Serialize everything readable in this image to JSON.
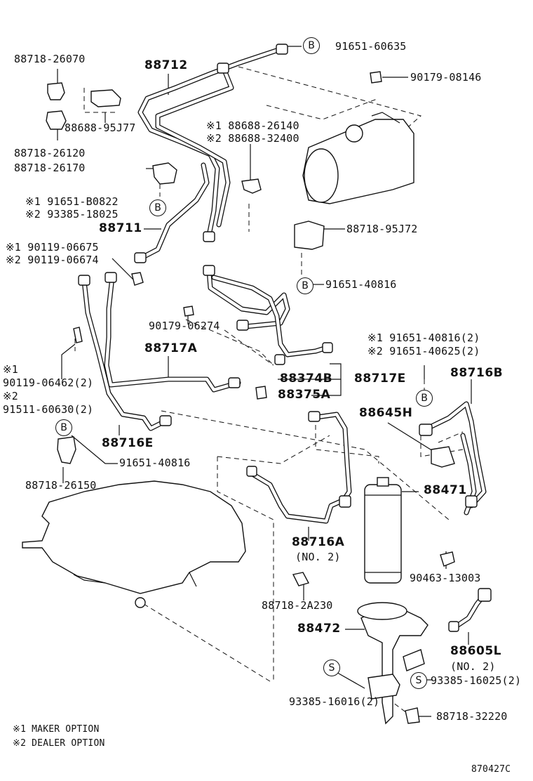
{
  "labels": {
    "p88718_26070": "88718-26070",
    "p88712": "88712",
    "p91651_60635": "91651-60635",
    "p90179_08146": "90179-08146",
    "p88688_95J77": "88688-95J77",
    "p88718_26120": "88718-26120",
    "opt1_88688": "※1 88688-26140",
    "opt2_88688": "※2 88688-32400",
    "p88718_26170": "88718-26170",
    "opt1_91651": "※1 91651-B0822",
    "opt2_93385": "※2 93385-18025",
    "p88711": "88711",
    "p88718_95J72": "88718-95J72",
    "opt1_90119": "※1 90119-06675",
    "opt2_90119": "※2 90119-06674",
    "p91651_40816_a": "91651-40816",
    "p90179_06274": "90179-06274",
    "p88717A": "88717A",
    "opt1_91651_2": "※1 91651-40816(2)",
    "opt2_91651_2": "※2 91651-40625(2)",
    "m1": "※1",
    "p90119_06462": "90119-06462(2)",
    "m2": "※2",
    "p91511_60630": "91511-60630(2)",
    "p88374B": "88374B",
    "p88717E": "88717E",
    "p88375A": "88375A",
    "p88716B": "88716B",
    "p88645H": "88645H",
    "p88716E": "88716E",
    "p91651_40816_b": "91651-40816",
    "p88718_26150": "88718-26150",
    "p88471": "88471",
    "p88716A": "88716A",
    "no2_a": "(NO. 2)",
    "p90463_13003": "90463-13003",
    "p88718_2A230": "88718-2A230",
    "p88472": "88472",
    "p88605L": "88605L",
    "no2_b": "(NO. 2)",
    "p93385_16025": "93385-16025(2)",
    "p93385_16016": "93385-16016(2)",
    "p88718_32220": "88718-32220",
    "note1": "※1 MAKER OPTION",
    "note2": "※2 DEALER OPTION",
    "catalog": "870427C"
  },
  "markers": {
    "b": "B",
    "s": "S"
  }
}
